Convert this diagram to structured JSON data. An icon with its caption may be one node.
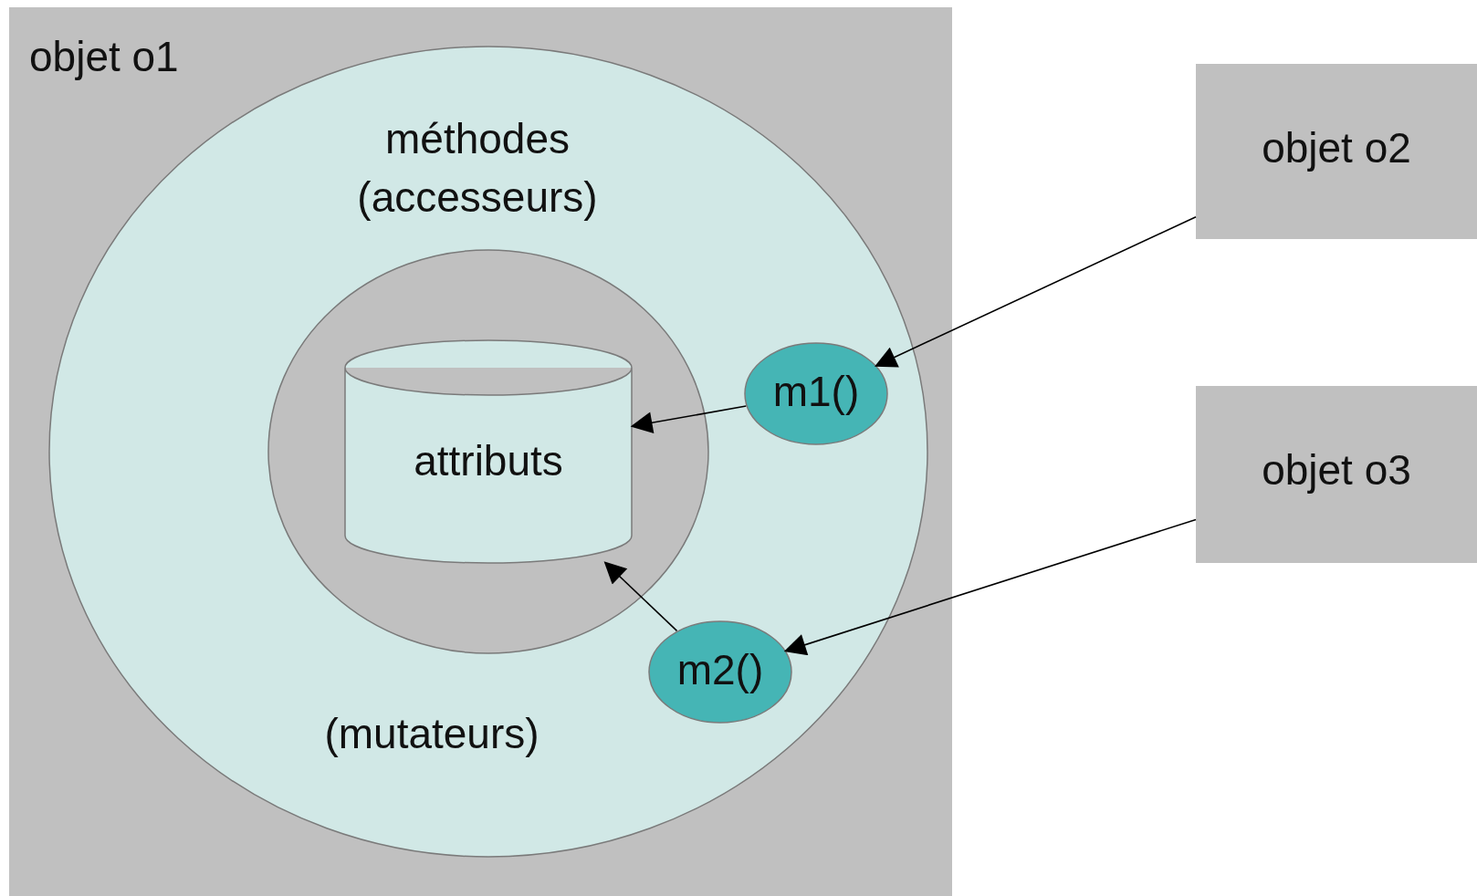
{
  "diagram": {
    "nodes": [
      {
        "text": [
          "objet o1"
        ]
      },
      {
        "text": [
          "méthodes (accesseurs)",
          "(mutateurs)"
        ],
        "in": 0
      },
      {
        "text": [],
        "shape": "circle",
        "in": 1
      },
      {
        "text": [
          "attributs"
        ],
        "in": 2
      },
      {
        "text": [
          "m1()"
        ],
        "in": 1
      },
      {
        "text": [
          "m2()"
        ],
        "in": 1
      },
      {
        "text": [
          "objet o2"
        ]
      },
      {
        "text": [
          "objet o3"
        ]
      }
    ],
    "edges": [
      {
        "from": 6,
        "to": 4,
        "arrow": "to"
      },
      {
        "from": 4,
        "to": 3,
        "arrow": "to"
      },
      {
        "from": 7,
        "to": 5,
        "arrow": "to"
      },
      {
        "from": 5,
        "to": 3,
        "arrow": "to"
      }
    ]
  }
}
